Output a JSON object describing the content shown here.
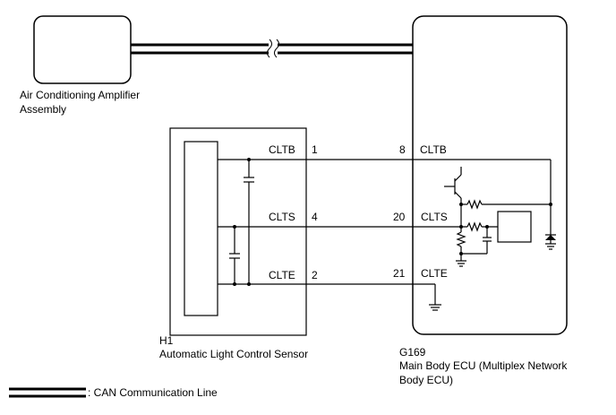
{
  "amplifier": {
    "name_line1": "Air Conditioning Amplifier",
    "name_line2": "Assembly"
  },
  "sensor": {
    "code": "H1",
    "name": "Automatic Light Control Sensor",
    "pins": [
      {
        "signal": "CLTB",
        "number": "1"
      },
      {
        "signal": "CLTS",
        "number": "4"
      },
      {
        "signal": "CLTE",
        "number": "2"
      }
    ]
  },
  "ecu": {
    "code": "G169",
    "name_line1": "Main Body ECU (Multiplex Network",
    "name_line2": "Body ECU)",
    "pins": [
      {
        "signal": "CLTB",
        "number": "8"
      },
      {
        "signal": "CLTS",
        "number": "20"
      },
      {
        "signal": "CLTE",
        "number": "21"
      }
    ]
  },
  "legend": {
    "can_line": ": CAN Communication Line"
  },
  "colors": {
    "line": "#000000",
    "background": "#ffffff"
  }
}
